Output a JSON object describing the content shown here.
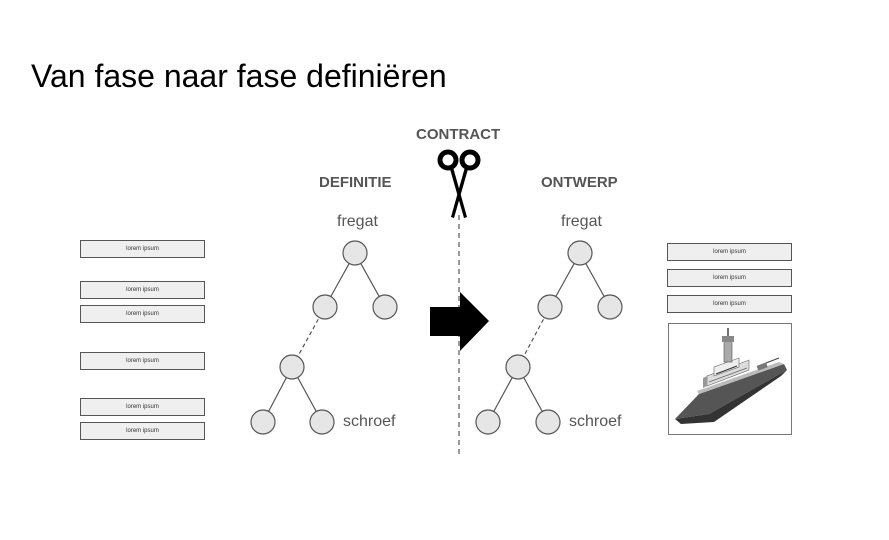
{
  "title": "Van fase naar fase definiëren",
  "contract_label": "CONTRACT",
  "definition": {
    "heading": "DEFINITIE",
    "root_label": "fregat",
    "leaf_label": "schroef",
    "boxes": [
      "lorem ipsum",
      "lorem ipsum",
      "lorem ipsum",
      "lorem ipsum",
      "lorem ipsum",
      "lorem ipsum"
    ]
  },
  "design": {
    "heading": "ONTWERP",
    "root_label": "fregat",
    "leaf_label": "schroef",
    "boxes": [
      "lorem ipsum",
      "lorem ipsum",
      "lorem ipsum"
    ]
  },
  "icons": {
    "scissors": "scissors-icon",
    "arrow": "arrow-right-icon",
    "ship": "frigate-ship-image"
  },
  "colors": {
    "node_fill": "#e6e6e6",
    "node_stroke": "#555555",
    "label_gray": "#555555",
    "box_fill": "#efefef"
  }
}
